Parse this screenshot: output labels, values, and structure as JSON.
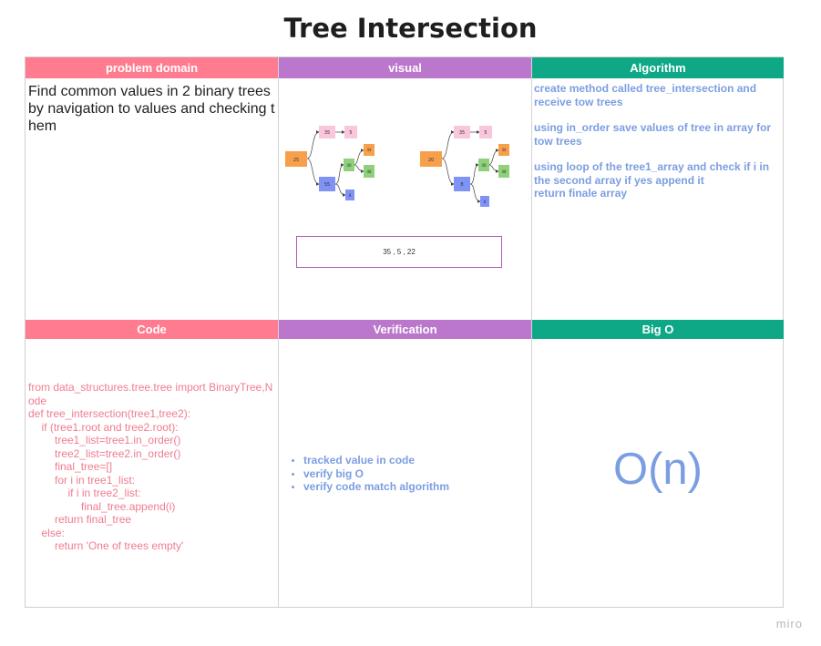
{
  "title": "Tree Intersection",
  "headers": {
    "problem_domain": "problem domain",
    "visual": "visual",
    "algorithm": "Algorithm",
    "code": "Code",
    "verification": "Verification",
    "big_o": "Big O"
  },
  "colors": {
    "pink": "#ff7b8f",
    "purple": "#bb77cb",
    "green": "#0ea887",
    "blue_text": "#7b9ee2",
    "code_text": "#ef7c8e"
  },
  "problem_domain": {
    "text": "Find common values in 2 binary trees by navigation to values and checking them"
  },
  "visual": {
    "tree1": {
      "root": "25",
      "nodes": [
        "35",
        "5",
        "55",
        "44",
        "40",
        "48",
        "8"
      ]
    },
    "tree2": {
      "root": "20",
      "nodes": [
        "35",
        "5",
        "8",
        "44",
        "40",
        "48",
        "8"
      ]
    },
    "result": "35 , 5 , 22"
  },
  "algorithm": {
    "paragraphs": [
      "create method called tree_intersection and receive tow trees",
      "using in_order save values of tree in array for tow trees",
      "using loop of the tree1_array and check if i in the second array if yes append it\nreturn finale array"
    ]
  },
  "code": {
    "lines": [
      {
        "indent": 0,
        "text": "from data_structures.tree.tree import BinaryTree,Node"
      },
      {
        "indent": 0,
        "text": "def tree_intersection(tree1,tree2):"
      },
      {
        "indent": 1,
        "text": "if (tree1.root and tree2.root):"
      },
      {
        "indent": 2,
        "text": "tree1_list=tree1.in_order()"
      },
      {
        "indent": 2,
        "text": "tree2_list=tree2.in_order()"
      },
      {
        "indent": 2,
        "text": "final_tree=[]"
      },
      {
        "indent": 2,
        "text": "for i in tree1_list:"
      },
      {
        "indent": 3,
        "text": "if i in tree2_list:"
      },
      {
        "indent": 4,
        "text": "final_tree.append(i)"
      },
      {
        "indent": 2,
        "text": "return final_tree"
      },
      {
        "indent": 1,
        "text": "else:"
      },
      {
        "indent": 2,
        "text": "return 'One of trees empty'"
      }
    ]
  },
  "verification": {
    "items": [
      "tracked value in code",
      "verify big O",
      "verify code match algorithm"
    ]
  },
  "big_o": {
    "value": "O(n)"
  },
  "watermark": "miro"
}
